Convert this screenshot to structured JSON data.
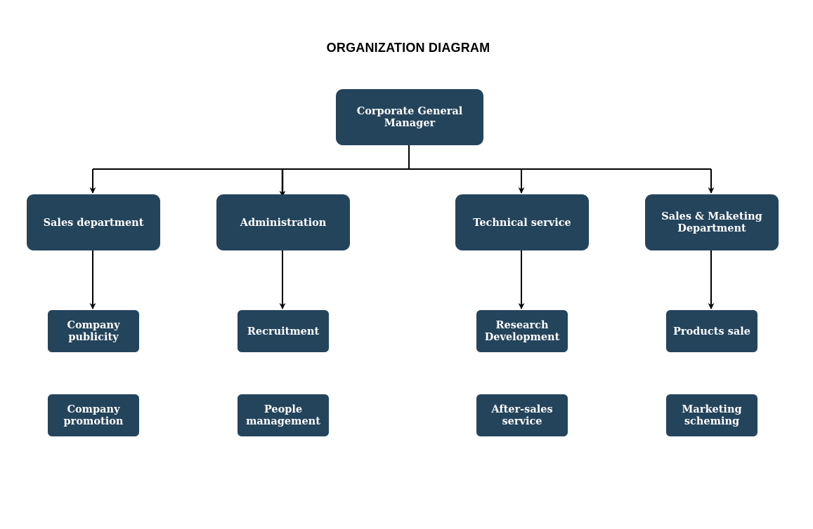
{
  "diagram": {
    "title": "ORGANIZATION DIAGRAM",
    "colors": {
      "node_fill": "#24445c",
      "node_text": "#ffffff",
      "connector": "#000000",
      "title": "#000000"
    },
    "root": {
      "id": "gm",
      "label": "Corporate General Manager"
    },
    "departments": [
      {
        "id": "sales",
        "label": "Sales department",
        "children": [
          {
            "id": "publicity",
            "label": "Company\npublicity"
          },
          {
            "id": "promotion",
            "label": "Company\npromotion"
          }
        ]
      },
      {
        "id": "admin",
        "label": "Administration",
        "children": [
          {
            "id": "recruitment",
            "label": "Recruitment"
          },
          {
            "id": "people",
            "label": "People\nmanagement"
          }
        ]
      },
      {
        "id": "tech",
        "label": "Technical service",
        "children": [
          {
            "id": "research",
            "label": "Research\nDevelopment"
          },
          {
            "id": "aftersales",
            "label": "After-sales\nservice"
          }
        ]
      },
      {
        "id": "marketing",
        "label": "Sales & Maketing\nDepartment",
        "children": [
          {
            "id": "products",
            "label": "Products sale"
          },
          {
            "id": "scheming",
            "label": "Marketing\nscheming"
          }
        ]
      }
    ]
  }
}
